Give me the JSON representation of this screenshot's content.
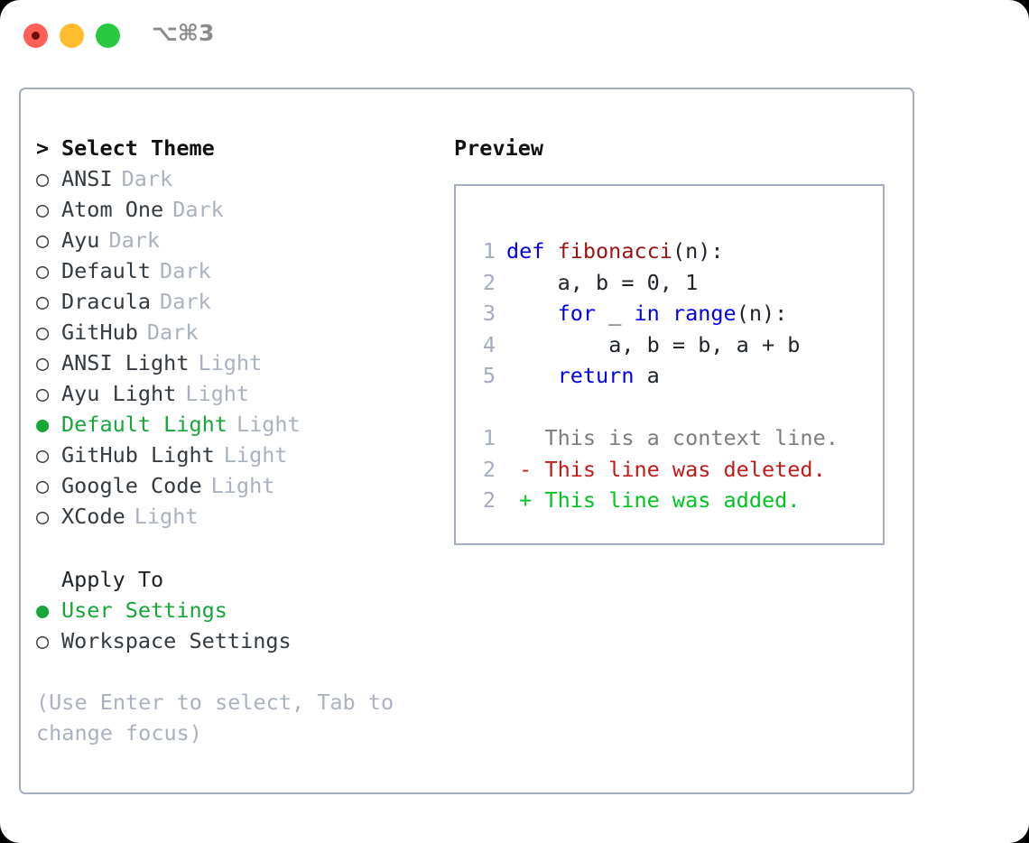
{
  "window": {
    "title": "⌥⌘3",
    "controls": [
      {
        "name": "close",
        "color": "#ff5f57"
      },
      {
        "name": "minimize",
        "color": "#febc2e"
      },
      {
        "name": "maximize",
        "color": "#28c840"
      }
    ]
  },
  "theme_picker": {
    "header": "Select Theme",
    "header_caret": ">",
    "bullet_unselected": "○",
    "bullet_selected": "●",
    "items": [
      {
        "label": "ANSI",
        "tag": "Dark",
        "selected": false
      },
      {
        "label": "Atom One",
        "tag": "Dark",
        "selected": false
      },
      {
        "label": "Ayu",
        "tag": "Dark",
        "selected": false
      },
      {
        "label": "Default",
        "tag": "Dark",
        "selected": false
      },
      {
        "label": "Dracula",
        "tag": "Dark",
        "selected": false
      },
      {
        "label": "GitHub",
        "tag": "Dark",
        "selected": false
      },
      {
        "label": "ANSI Light",
        "tag": "Light",
        "selected": false
      },
      {
        "label": "Ayu Light",
        "tag": "Light",
        "selected": false
      },
      {
        "label": "Default Light",
        "tag": "Light",
        "selected": true
      },
      {
        "label": "GitHub Light",
        "tag": "Light",
        "selected": false
      },
      {
        "label": "Google Code",
        "tag": "Light",
        "selected": false
      },
      {
        "label": "XCode",
        "tag": "Light",
        "selected": false
      }
    ]
  },
  "apply_to": {
    "label": "Apply To",
    "options": [
      {
        "label": "User Settings",
        "selected": true
      },
      {
        "label": "Workspace Settings",
        "selected": false
      }
    ]
  },
  "hint": "(Use Enter to select, Tab to change focus)",
  "preview": {
    "title": "Preview",
    "code_lines": [
      {
        "num": "1",
        "indent": 0,
        "tokens": [
          {
            "text": "def ",
            "kind": "kw"
          },
          {
            "text": "fibonacci",
            "kind": "fn"
          },
          {
            "text": "(n):",
            "kind": "plain"
          }
        ]
      },
      {
        "num": "2",
        "indent": 4,
        "tokens": [
          {
            "text": "a, b = 0, 1",
            "kind": "plain"
          }
        ]
      },
      {
        "num": "3",
        "indent": 4,
        "tokens": [
          {
            "text": "for ",
            "kind": "kw"
          },
          {
            "text": "_ ",
            "kind": "plain"
          },
          {
            "text": "in ",
            "kind": "kw"
          },
          {
            "text": "range",
            "kind": "kw"
          },
          {
            "text": "(n):",
            "kind": "plain"
          }
        ]
      },
      {
        "num": "4",
        "indent": 8,
        "tokens": [
          {
            "text": "a, b = b, a + b",
            "kind": "plain"
          }
        ]
      },
      {
        "num": "5",
        "indent": 4,
        "tokens": [
          {
            "text": "return ",
            "kind": "kw"
          },
          {
            "text": "a",
            "kind": "plain"
          }
        ]
      }
    ],
    "diff_lines": [
      {
        "num": "1",
        "marker": " ",
        "text": "This is a context line.",
        "kind": "ctx"
      },
      {
        "num": "2",
        "marker": "-",
        "text": "This line was deleted.",
        "kind": "del"
      },
      {
        "num": "2",
        "marker": "+",
        "text": "This line was added.",
        "kind": "add"
      }
    ]
  },
  "colors": {
    "selected_green": "#17a63a",
    "muted_gray": "#aab2c0",
    "border": "#a3adbe",
    "keyword_blue": "#0000ee",
    "function_red": "#9c1313",
    "diff_deleted": "#c21b17",
    "diff_added": "#00c421"
  }
}
